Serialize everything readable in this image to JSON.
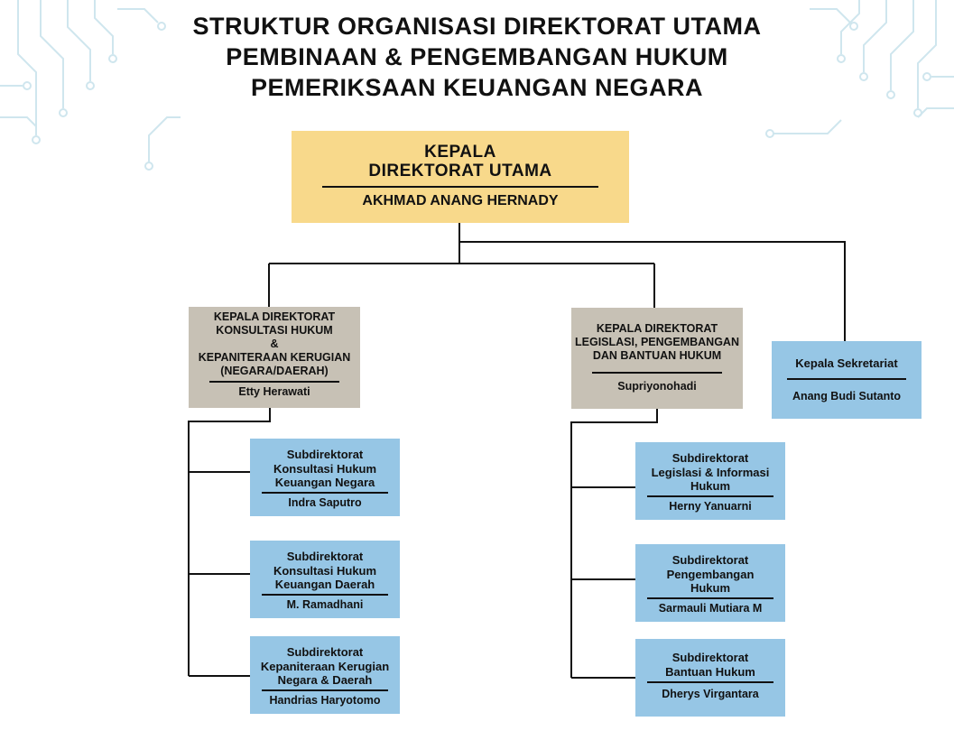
{
  "title_lines": [
    "STRUKTUR ORGANISASI DIREKTORAT UTAMA",
    "PEMBINAAN & PENGEMBANGAN HUKUM",
    "PEMERIKSAAN KEUANGAN NEGARA"
  ],
  "head": {
    "title": "KEPALA\nDIREKTORAT UTAMA",
    "name": "AKHMAD ANANG HERNADY"
  },
  "directorates": [
    {
      "title": "KEPALA DIREKTORAT\nKONSULTASI HUKUM\n&\nKEPANITERAAN KERUGIAN\n(NEGARA/DAERAH)",
      "name": "Etty Herawati",
      "subs": [
        {
          "title": "Subdirektorat\nKonsultasi Hukum\nKeuangan Negara",
          "name": "Indra Saputro"
        },
        {
          "title": "Subdirektorat\nKonsultasi Hukum\nKeuangan Daerah",
          "name": "M. Ramadhani"
        },
        {
          "title": "Subdirektorat\nKepaniteraan Kerugian\nNegara & Daerah",
          "name": "Handrias Haryotomo"
        }
      ]
    },
    {
      "title": "KEPALA DIREKTORAT\nLEGISLASI, PENGEMBANGAN\nDAN BANTUAN HUKUM",
      "name": "Supriyonohadi",
      "subs": [
        {
          "title": "Subdirektorat\nLegislasi & Informasi\nHukum",
          "name": "Herny Yanuarni"
        },
        {
          "title": "Subdirektorat\nPengembangan\nHukum",
          "name": "Sarmauli Mutiara M"
        },
        {
          "title": "Subdirektorat\nBantuan Hukum",
          "name": "Dherys Virgantara"
        }
      ]
    }
  ],
  "secretariat": {
    "title": "Kepala Sekretariat",
    "name": "Anang Budi Sutanto"
  },
  "colors": {
    "head": "#f8d98b",
    "directorate": "#c7c1b5",
    "unit": "#96c6e5",
    "circuit": "#cfe6ee"
  }
}
